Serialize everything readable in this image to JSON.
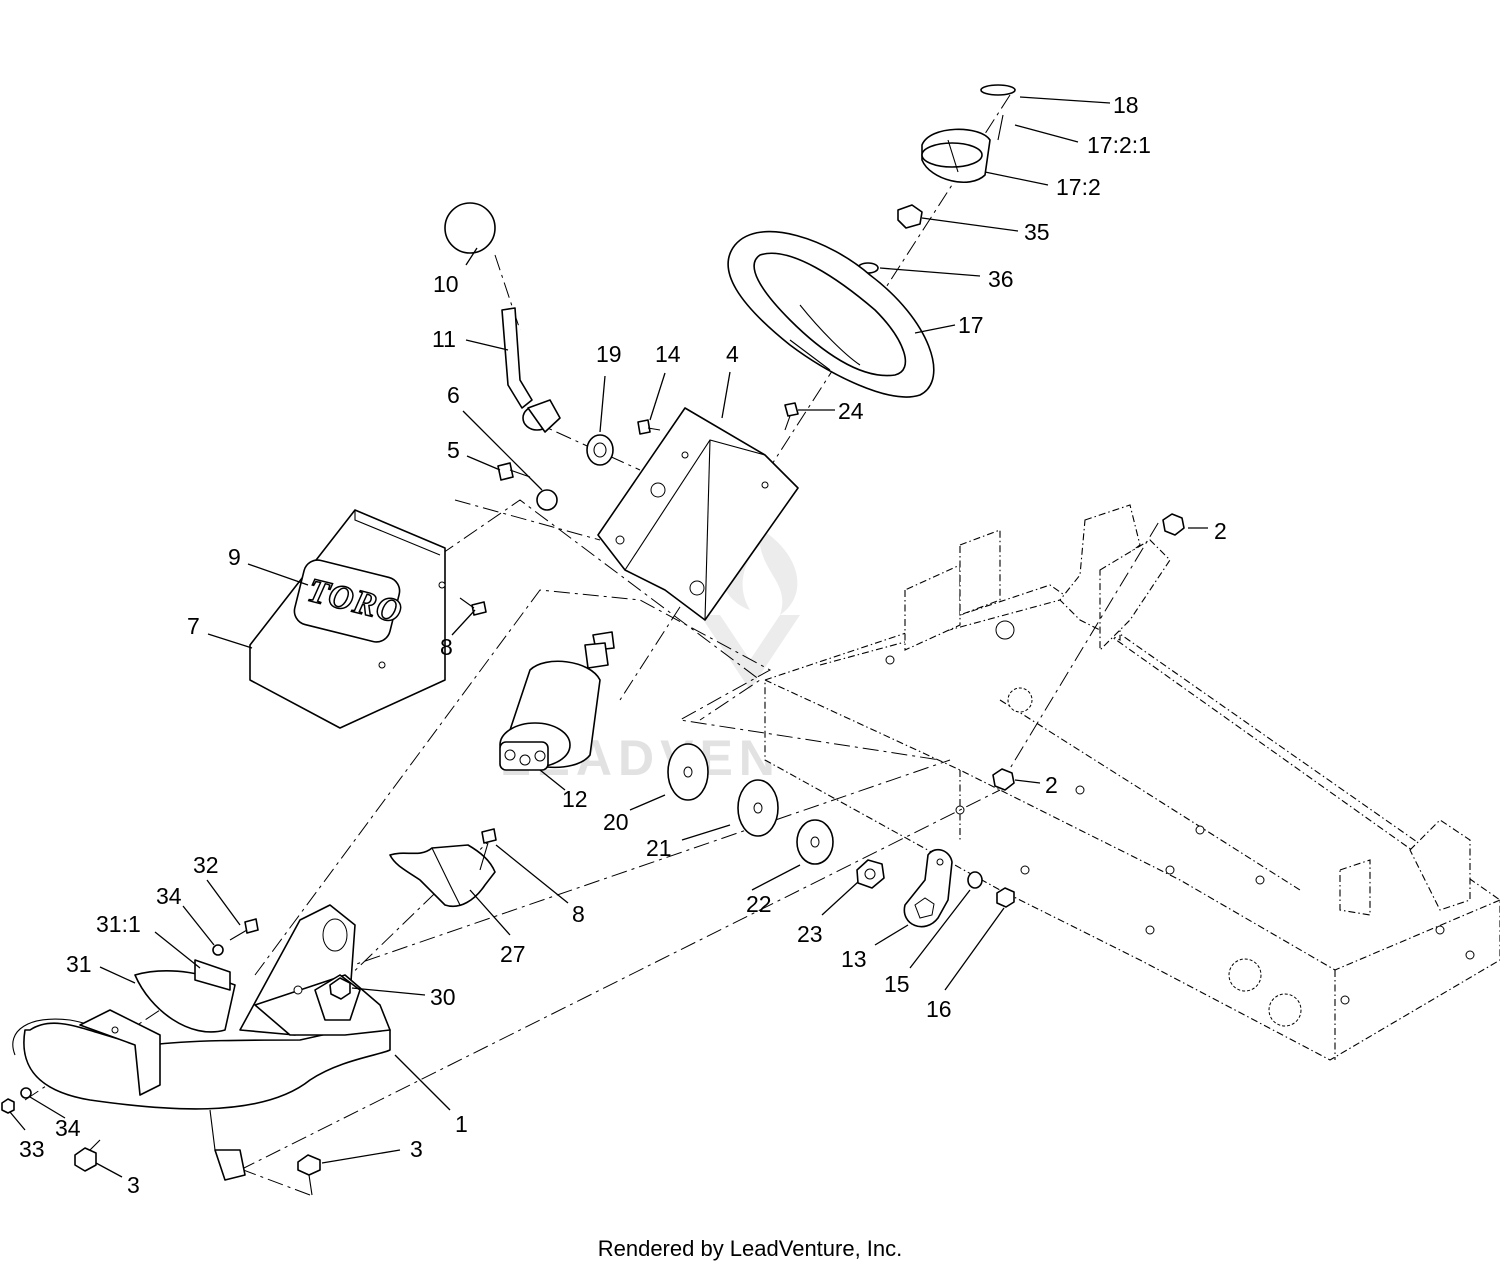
{
  "diagram": {
    "logo_text": "TORO",
    "watermark": "LEADVENTURE",
    "callouts": [
      {
        "id": "c18",
        "label": "18"
      },
      {
        "id": "c1721",
        "label": "17:2:1"
      },
      {
        "id": "c172",
        "label": "17:2"
      },
      {
        "id": "c35",
        "label": "35"
      },
      {
        "id": "c36",
        "label": "36"
      },
      {
        "id": "c17",
        "label": "17"
      },
      {
        "id": "c10",
        "label": "10"
      },
      {
        "id": "c11",
        "label": "11"
      },
      {
        "id": "c19",
        "label": "19"
      },
      {
        "id": "c14",
        "label": "14"
      },
      {
        "id": "c4",
        "label": "4"
      },
      {
        "id": "c24",
        "label": "24"
      },
      {
        "id": "c6",
        "label": "6"
      },
      {
        "id": "c5",
        "label": "5"
      },
      {
        "id": "c2a",
        "label": "2"
      },
      {
        "id": "c9",
        "label": "9"
      },
      {
        "id": "c7",
        "label": "7"
      },
      {
        "id": "c8a",
        "label": "8"
      },
      {
        "id": "c12",
        "label": "12"
      },
      {
        "id": "c2b",
        "label": "2"
      },
      {
        "id": "c20",
        "label": "20"
      },
      {
        "id": "c21",
        "label": "21"
      },
      {
        "id": "c8b",
        "label": "8"
      },
      {
        "id": "c22",
        "label": "22"
      },
      {
        "id": "c32",
        "label": "32"
      },
      {
        "id": "c34a",
        "label": "34"
      },
      {
        "id": "c311",
        "label": "31:1"
      },
      {
        "id": "c27",
        "label": "27"
      },
      {
        "id": "c23",
        "label": "23"
      },
      {
        "id": "c13",
        "label": "13"
      },
      {
        "id": "c15",
        "label": "15"
      },
      {
        "id": "c16",
        "label": "16"
      },
      {
        "id": "c31",
        "label": "31"
      },
      {
        "id": "c30",
        "label": "30"
      },
      {
        "id": "c1",
        "label": "1"
      },
      {
        "id": "c33",
        "label": "33"
      },
      {
        "id": "c34b",
        "label": "34"
      },
      {
        "id": "c3a",
        "label": "3"
      },
      {
        "id": "c3b",
        "label": "3"
      }
    ]
  },
  "footer": {
    "text": "Rendered by LeadVenture, Inc."
  }
}
